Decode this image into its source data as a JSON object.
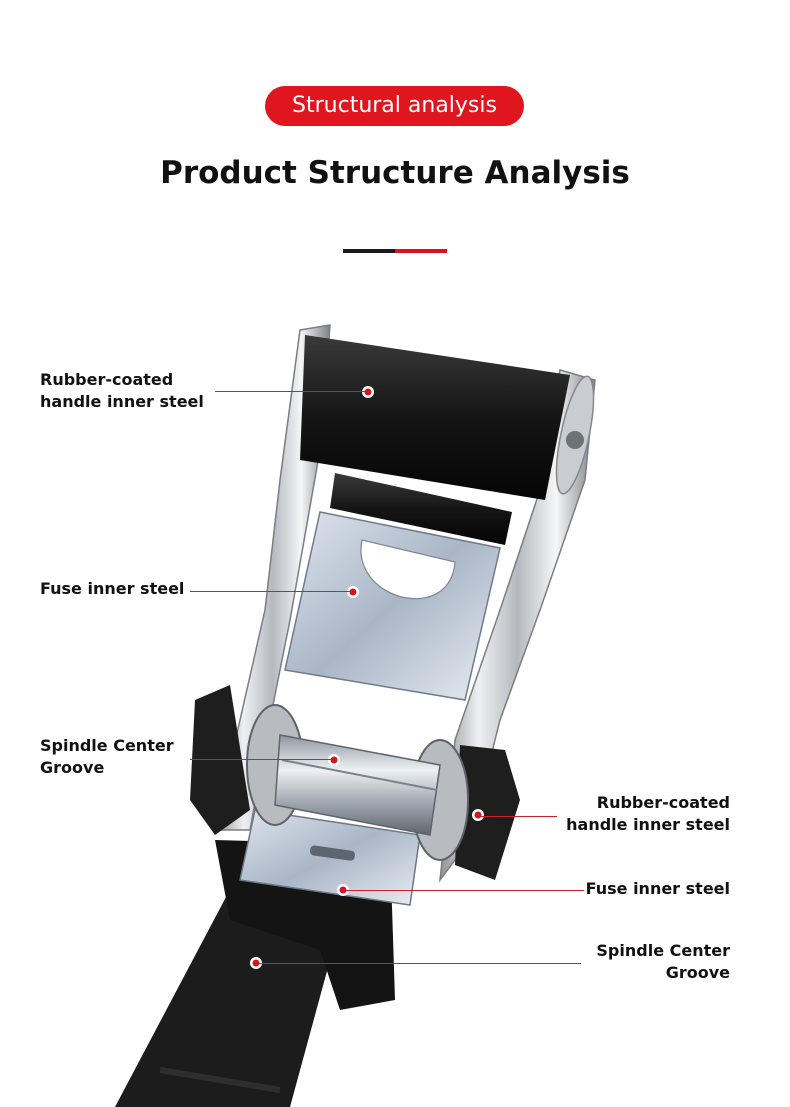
{
  "header": {
    "badge": "Structural analysis",
    "title": "Product Structure Analysis"
  },
  "colors": {
    "accent_red": "#e0161f",
    "dark_rule": "#1a1a1a"
  },
  "callouts": [
    {
      "label": "Rubber-coated\nhandle inner steel",
      "side": "left"
    },
    {
      "label": "Fuse inner steel",
      "side": "left"
    },
    {
      "label": "Spindle Center\nGroove",
      "side": "left"
    },
    {
      "label": "Rubber-coated\nhandle inner steel",
      "side": "right"
    },
    {
      "label": "Fuse inner steel",
      "side": "right"
    },
    {
      "label": "Spindle Center\nGroove",
      "side": "right"
    }
  ]
}
